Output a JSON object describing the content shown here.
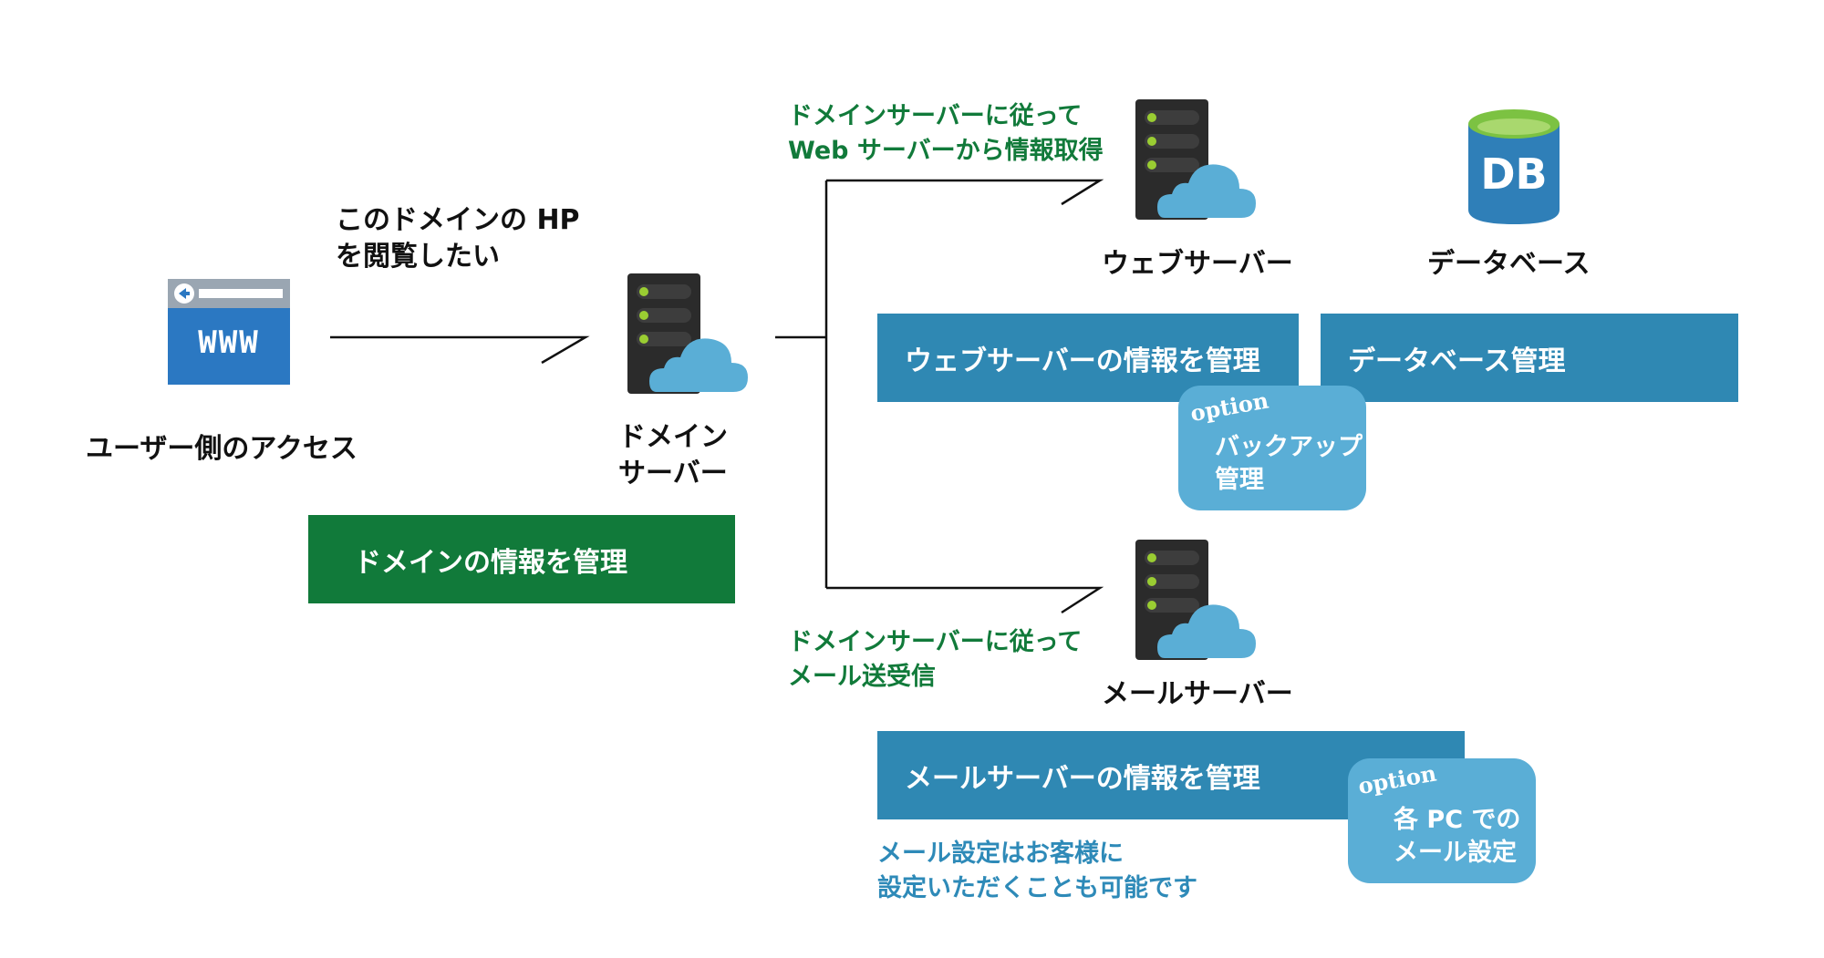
{
  "user": {
    "label": "ユーザー側のアクセス",
    "browser_text": "WWW",
    "speech_line1": "このドメインの HP",
    "speech_line2": "を閲覧したい"
  },
  "domain": {
    "label_line1": "ドメイン",
    "label_line2": "サーバー",
    "box_label": "ドメインの情報を管理"
  },
  "web": {
    "note_line1": "ドメインサーバーに従って",
    "note_line2": "Web サーバーから情報取得",
    "label": "ウェブサーバー",
    "box_label": "ウェブサーバーの情報を管理"
  },
  "db": {
    "icon_text": "DB",
    "label": "データベース",
    "box_label": "データベース管理"
  },
  "backup_option": {
    "tag": "option",
    "line1": "バックアップ",
    "line2": "管理"
  },
  "mail": {
    "note_line1": "ドメインサーバーに従って",
    "note_line2": "メール送受信",
    "label": "メールサーバー",
    "box_label": "メールサーバーの情報を管理",
    "footnote_line1": "メール設定はお客様に",
    "footnote_line2": "設定いただくことも可能です"
  },
  "pc_option": {
    "tag": "option",
    "line1": "各 PC での",
    "line2": "メール設定"
  },
  "colors": {
    "green": "#117a3a",
    "blue": "#2f88b3",
    "light_blue": "#5aaed6",
    "server": "#2b2b2b",
    "led": "#9acd32"
  }
}
